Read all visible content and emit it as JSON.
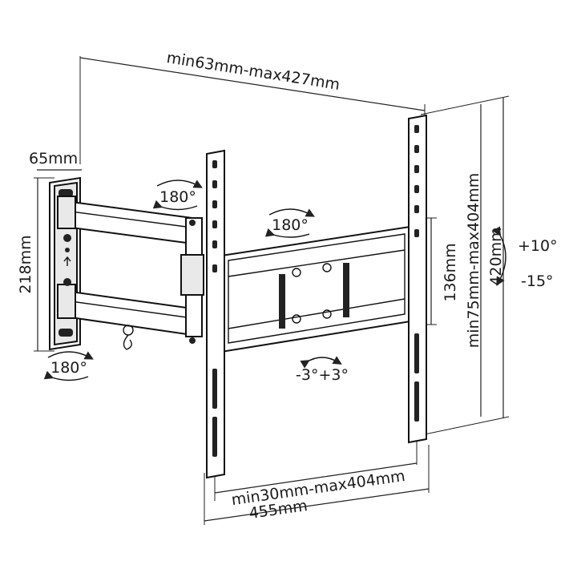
{
  "dimensions": {
    "extension": "min63mm-max427mm",
    "plate_width": "65mm",
    "plate_height": "218mm",
    "inner_height": "136mm",
    "vesa_vertical": "min75mm-max404mm",
    "overall_height": "420mm",
    "vesa_horizontal": "min30mm-max404mm",
    "overall_width": "455mm"
  },
  "rotations": {
    "arm_joint_top": "180°",
    "arm_joint_mid": "180°",
    "wall_joint": "180°",
    "rotation": "-3°+3°"
  },
  "tilt": {
    "up": "+10°",
    "down": "-15°"
  },
  "colors": {
    "line": "#111111",
    "part_fill": "#e9e9e9"
  }
}
